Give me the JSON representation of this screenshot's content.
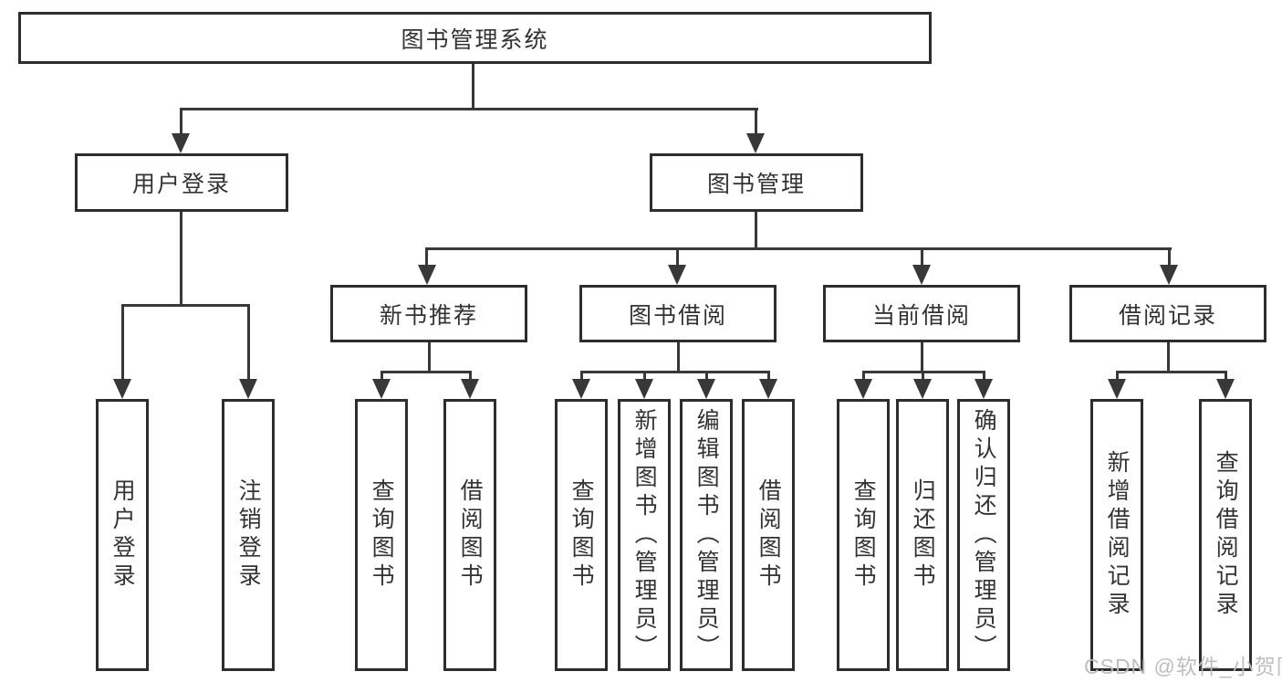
{
  "diagram": {
    "title_node": "图书管理系统",
    "root": {
      "label": "图书管理系统"
    },
    "level2": [
      {
        "label": "用户登录",
        "parent": "图书管理系统"
      },
      {
        "label": "图书管理",
        "parent": "图书管理系统"
      }
    ],
    "level3": [
      {
        "label": "新书推荐",
        "parent": "图书管理"
      },
      {
        "label": "图书借阅",
        "parent": "图书管理"
      },
      {
        "label": "当前借阅",
        "parent": "图书管理"
      },
      {
        "label": "借阅记录",
        "parent": "图书管理"
      }
    ],
    "leaves": [
      {
        "label": "用户登录",
        "parent": "用户登录"
      },
      {
        "label": "注销登录",
        "parent": "用户登录"
      },
      {
        "label": "查询图书",
        "parent": "新书推荐"
      },
      {
        "label": "借阅图书",
        "parent": "新书推荐"
      },
      {
        "label": "查询图书",
        "parent": "图书借阅"
      },
      {
        "label": "新增图书（管理员）",
        "parent": "图书借阅"
      },
      {
        "label": "编辑图书（管理员）",
        "parent": "图书借阅"
      },
      {
        "label": "借阅图书",
        "parent": "图书借阅"
      },
      {
        "label": "查询图书",
        "parent": "当前借阅"
      },
      {
        "label": "归还图书",
        "parent": "当前借阅"
      },
      {
        "label": "确认归还（管理员）",
        "parent": "当前借阅"
      },
      {
        "label": "新增借阅记录",
        "parent": "借阅记录"
      },
      {
        "label": "查询借阅记录",
        "parent": "借阅记录"
      }
    ],
    "watermark": "CSDN @软件_小贺同学",
    "colors": {
      "line": "#383838",
      "border": "#2d2d2d",
      "text": "#333333",
      "watermark": "#bababa",
      "background": "#ffffff"
    }
  }
}
